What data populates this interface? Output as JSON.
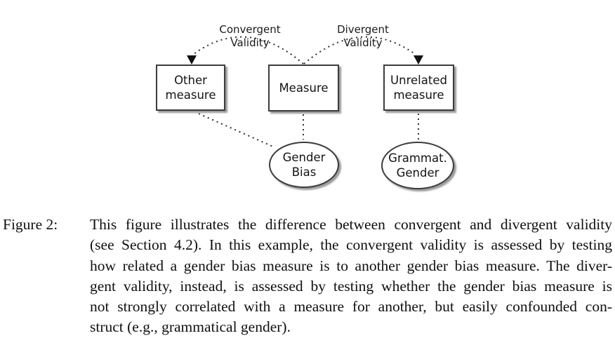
{
  "figure": {
    "diagram": {
      "boxes": [
        {
          "id": "other-measure",
          "label": "Other\nmeasure"
        },
        {
          "id": "measure",
          "label": "Measure"
        },
        {
          "id": "unrelated-measure",
          "label": "Unrelated\nmeasure"
        }
      ],
      "constructs": [
        {
          "id": "gender-bias",
          "label": "Gender\nBias"
        },
        {
          "id": "grammatical-gender",
          "label": "Grammat.\nGender"
        }
      ],
      "edge_labels": [
        {
          "id": "convergent-validity",
          "label": "Convergent\nValidity"
        },
        {
          "id": "divergent-validity",
          "label": "Divergent\nValidity"
        }
      ],
      "colors": {
        "node_border": "#3c3c3c",
        "node_fill": "#ffffff",
        "node_shadow": "#9b9b9b",
        "connector": "#2e2e2e",
        "arrowhead": "#111111",
        "text": "#141414"
      }
    },
    "caption": {
      "label": "Figure 2:",
      "lines": [
        "This figure illustrates the difference between convergent and divergent validity",
        "(see Section 4.2). In this example, the convergent validity is assessed by testing",
        "how related a gender bias measure is to another gender bias measure. The diver-",
        "gent validity, instead, is assessed by testing whether the gender bias measure is",
        "not strongly correlated with a measure for another, but easily confounded con-",
        "struct (e.g., grammatical gender)."
      ]
    }
  }
}
